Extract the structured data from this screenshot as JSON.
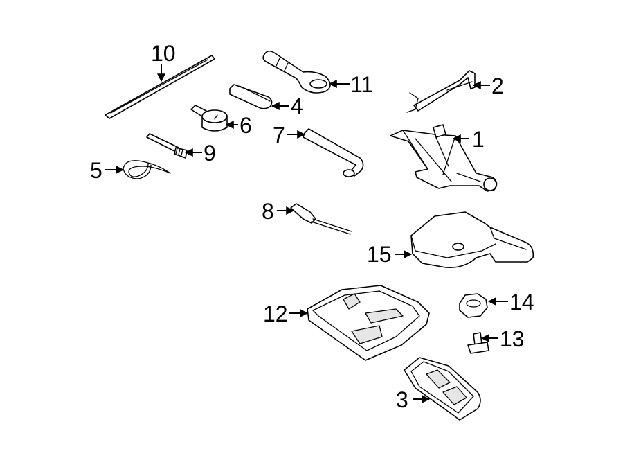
{
  "callouts": [
    {
      "id": "1",
      "label": "1"
    },
    {
      "id": "2",
      "label": "2"
    },
    {
      "id": "3",
      "label": "3"
    },
    {
      "id": "4",
      "label": "4"
    },
    {
      "id": "5",
      "label": "5"
    },
    {
      "id": "6",
      "label": "6"
    },
    {
      "id": "7",
      "label": "7"
    },
    {
      "id": "8",
      "label": "8"
    },
    {
      "id": "9",
      "label": "9"
    },
    {
      "id": "10",
      "label": "10"
    },
    {
      "id": "11",
      "label": "11"
    },
    {
      "id": "12",
      "label": "12"
    },
    {
      "id": "13",
      "label": "13"
    },
    {
      "id": "14",
      "label": "14"
    },
    {
      "id": "15",
      "label": "15"
    }
  ],
  "colors": {
    "line": "#000000",
    "background": "#ffffff",
    "shade": "#e6e6e6"
  }
}
